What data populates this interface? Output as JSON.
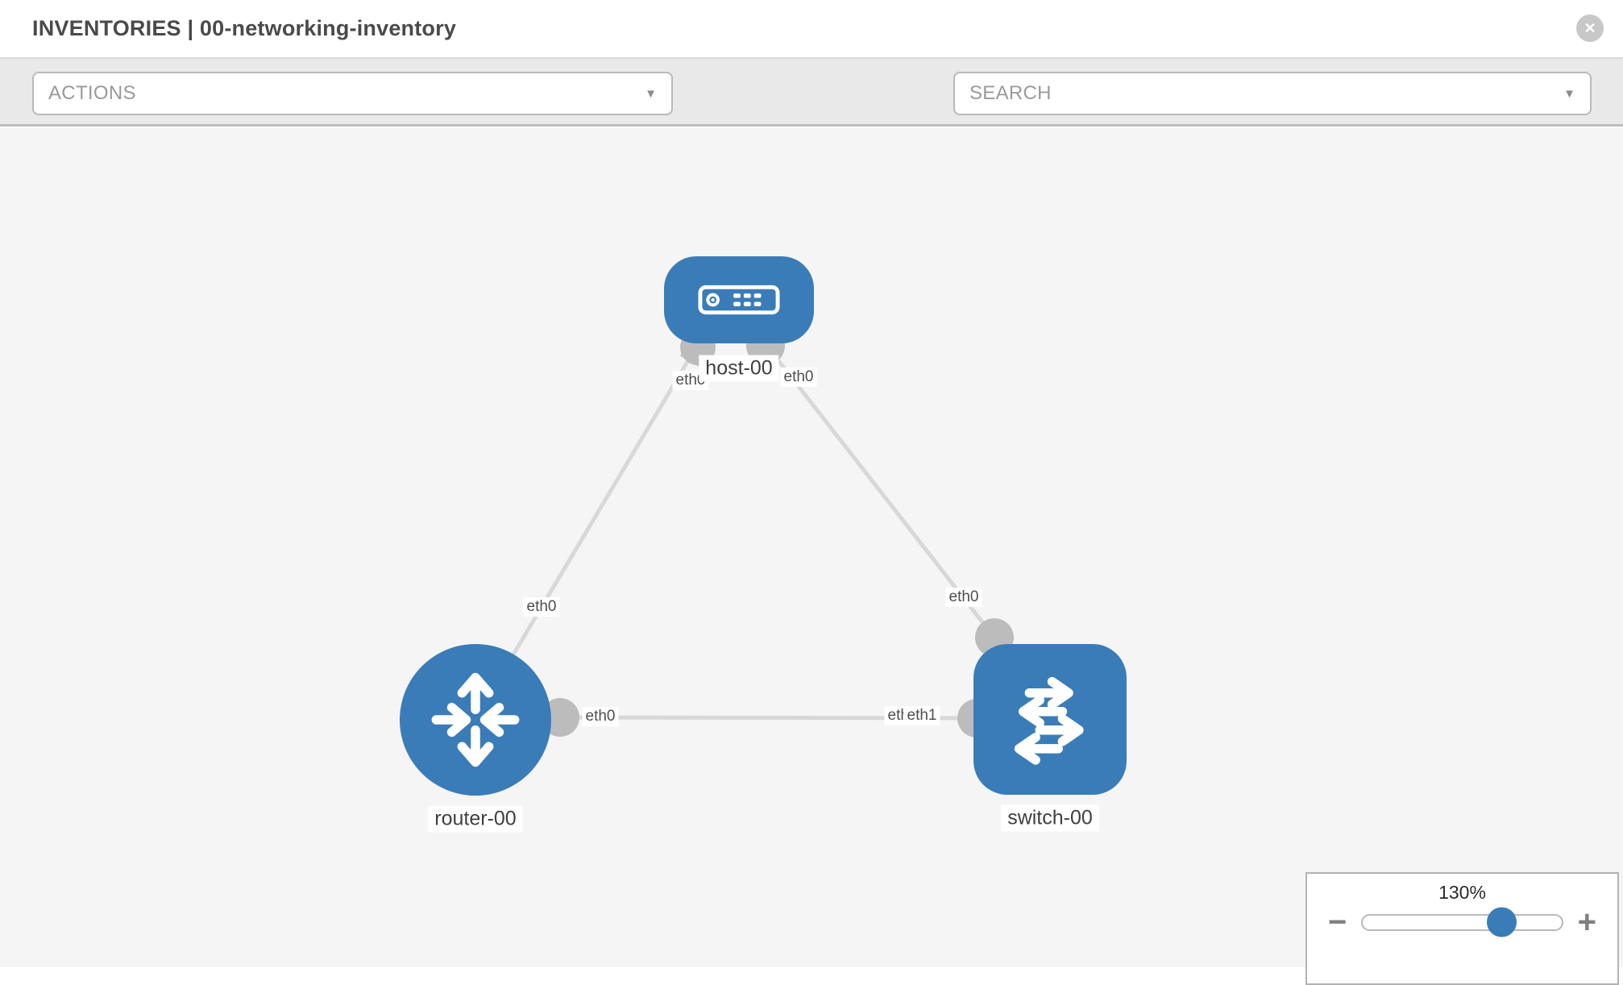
{
  "header": {
    "title": "INVENTORIES | 00-networking-inventory",
    "close_glyph": "✕"
  },
  "toolbar": {
    "actions_label": "ACTIONS",
    "search_label": "SEARCH",
    "chevron_glyph": "▼",
    "icons": [
      "wrench-icon",
      "key-icon"
    ]
  },
  "topology": {
    "nodes": [
      {
        "id": "host-00",
        "type": "host",
        "label": "host-00"
      },
      {
        "id": "router-00",
        "type": "router",
        "label": "router-00"
      },
      {
        "id": "switch-00",
        "type": "switch",
        "label": "switch-00"
      }
    ],
    "links": [
      {
        "from": "router-00",
        "to": "host-00",
        "from_interface": "eth0",
        "to_interface": "eth0"
      },
      {
        "from": "host-00",
        "to": "switch-00",
        "from_interface": "eth0",
        "to_interface": "eth0"
      },
      {
        "from": "router-00",
        "to": "switch-00",
        "from_interface": "eth0",
        "to_interface": "eth1",
        "overlapped_interface": "eth0"
      }
    ]
  },
  "zoom_control": {
    "value": "130%",
    "minus_glyph": "−",
    "plus_glyph": "+",
    "thumb_percent": 64
  },
  "colors": {
    "node_blue": "#3a7cb8",
    "link_gray": "#d8d8d8",
    "port_gray": "#bcbcbc",
    "canvas_bg": "#f5f5f5",
    "toolbar_bg": "#e9e9e9"
  }
}
